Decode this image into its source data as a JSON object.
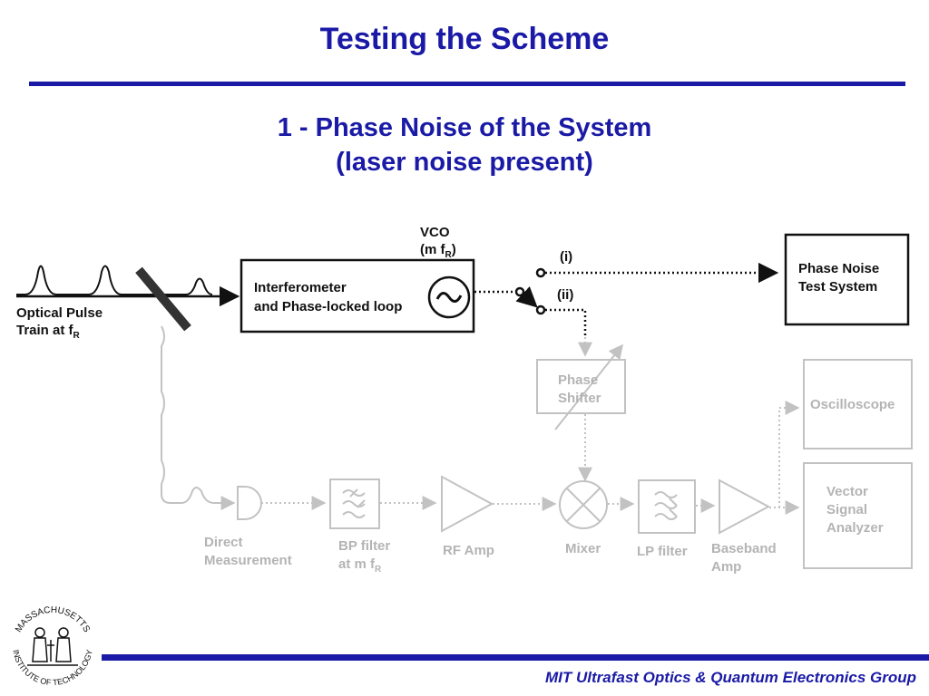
{
  "slide": {
    "title": "Testing the Scheme",
    "subtitle_line1": "1 - Phase Noise of the System",
    "subtitle_line2": "(laser noise present)",
    "footer": "MIT Ultrafast Optics & Quantum Electronics Group"
  },
  "logo": {
    "text_top": "MASSACHUSETTS",
    "text_bottom": "INSTITUTE OF TECHNOLOGY"
  },
  "diagram": {
    "input_label_line1": "Optical Pulse",
    "input_label_line2": "Train at f",
    "input_label_sub": "R",
    "vco_label_line1": "VCO",
    "vco_label_line2": "(m f",
    "vco_label_sub": "R",
    "vco_label_end": ")",
    "interferometer_line1": "Interferometer",
    "interferometer_line2": "and Phase-locked loop",
    "switch_i": "(i)",
    "switch_ii": "(ii)",
    "test_system_line1": "Phase Noise",
    "test_system_line2": "Test System",
    "phase_shifter_line1": "Phase",
    "phase_shifter_line2": "Shifter",
    "oscilloscope": "Oscilloscope",
    "vsa_line1": "Vector",
    "vsa_line2": "Signal",
    "vsa_line3": "Analyzer",
    "direct_line1": "Direct",
    "direct_line2": "Measurement",
    "bp_line1": "BP filter",
    "bp_line2": "at m f",
    "bp_sub": "R",
    "rf_amp": "RF Amp",
    "mixer": "Mixer",
    "lp_filter": "LP filter",
    "baseband_line1": "Baseband",
    "baseband_line2": "Amp",
    "colors": {
      "title": "#1a1aa6",
      "active": "#111111",
      "faded": "#c2c2c2",
      "faded_text": "#b4b4b4"
    }
  }
}
